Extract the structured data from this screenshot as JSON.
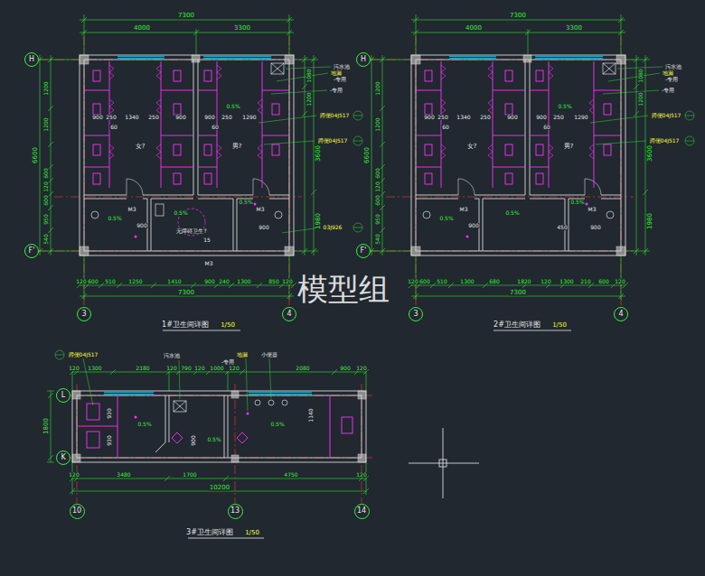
{
  "diagram": {
    "nodes": [
      {
        "text": [
          "H"
        ]
      },
      {
        "text": [
          "H"
        ]
      },
      {
        "text": [
          "F'"
        ]
      },
      {
        "text": [
          "F'"
        ]
      },
      {
        "text": [
          "3"
        ]
      },
      {
        "text": [
          "4"
        ]
      },
      {
        "text": [
          "3"
        ]
      },
      {
        "text": [
          "4"
        ]
      },
      {
        "text": [
          "L"
        ]
      },
      {
        "text": [
          "K"
        ]
      },
      {
        "text": [
          "10"
        ]
      },
      {
        "text": [
          "13"
        ]
      },
      {
        "text": [
          "14"
        ]
      }
    ],
    "labels": [
      "7300",
      "4000",
      "3300",
      "1200",
      "1200",
      "6600",
      "600",
      "120",
      "600",
      "950",
      "540",
      "900",
      "250",
      "1340",
      "250",
      "900",
      "900",
      "250",
      "1290",
      "60",
      "60",
      "女?",
      "男?",
      "0.5%",
      "M3",
      "M3",
      "0.5%",
      "0.5%",
      "0.5%",
      "900",
      "900",
      "无障碍卫生?",
      "15",
      "M3",
      "污水池",
      "地漏",
      "-专用",
      "-专用",
      "蹲便04J517",
      "蹲便04J517",
      "03J926",
      "1080",
      "1200",
      "3600",
      "1980",
      "120",
      "600",
      "510",
      "1250",
      "1410",
      "900",
      "240",
      "1300",
      "850",
      "120",
      "7300",
      "1#卫生间详图",
      "1/50",
      "7300",
      "4000",
      "3300",
      "1200",
      "1200",
      "6600",
      "600",
      "120",
      "600",
      "950",
      "540",
      "900",
      "250",
      "1340",
      "250",
      "900",
      "900",
      "250",
      "1290",
      "60",
      "60",
      "女?",
      "男?",
      "0.5%",
      "M3",
      "M3",
      "0.5%",
      "0.5%",
      "0.5%",
      "900",
      "450",
      "900",
      "污水池",
      "地漏",
      "-专用",
      "-专用",
      "蹲便04J517",
      "蹲便04J517",
      "1080",
      "1200",
      "3600",
      "1980",
      "120",
      "600",
      "510",
      "1300",
      "680",
      "1820",
      "120",
      "1300",
      "210",
      "600",
      "120",
      "7300",
      "2#卫生间详图",
      "1/50",
      "蹲便04J517",
      "污水池",
      "地漏",
      "-专用",
      "小便器",
      "120",
      "1300",
      "2180",
      "120",
      "790",
      "120",
      "1000",
      "120",
      "2080",
      "900",
      "120",
      "1800",
      "930",
      "930",
      "0.5%",
      "0.5%",
      "0.5%",
      "900",
      "1140",
      "120",
      "3480",
      "1700",
      "4750",
      "120",
      "10200",
      "3#卫生间详图",
      "1/50",
      "模型组"
    ]
  }
}
